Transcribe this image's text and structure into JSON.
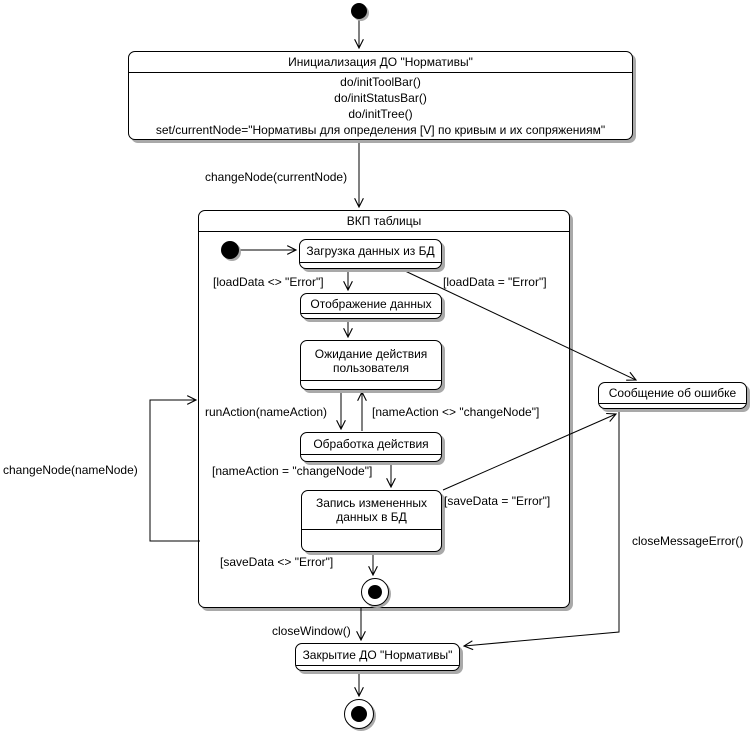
{
  "colors": {
    "line": "#000000",
    "fill": "#ffffff",
    "shadow": "#a9a9a9"
  },
  "states": {
    "init": {
      "name": "Инициализация ДО \"Нормативы\"",
      "actions": [
        "do/initToolBar()",
        "do/initStatusBar()",
        "do/initTree()",
        "set/currentNode=\"Нормативы для определения [V] по кривым и их сопряжениям\""
      ]
    },
    "vkp": {
      "name": "ВКП таблицы"
    },
    "load": {
      "name": "Загрузка данных из БД"
    },
    "display": {
      "name": "Отображение данных"
    },
    "wait": {
      "name": "Ожидание действия пользователя"
    },
    "process": {
      "name": "Обработка действия"
    },
    "save": {
      "name": "Запись измененных данных в БД"
    },
    "error": {
      "name": "Сообщение об ошибке"
    },
    "close": {
      "name": "Закрытие ДО \"Нормативы\""
    }
  },
  "transitions": {
    "changeNodeCurrent": "changeNode(currentNode)",
    "loadOk": "[loadData <> \"Error\"]",
    "loadError": "[loadData = \"Error\"]",
    "runAction": "runAction(nameAction)",
    "nameActionNotChange": "[nameAction <> \"changeNode\"]",
    "nameActionChange": "[nameAction = \"changeNode\"]",
    "saveError": "[saveData = \"Error\"]",
    "saveOk": "[saveData <> \"Error\"]",
    "changeNodeName": "changeNode(nameNode)",
    "closeWindow": "closeWindow()",
    "closeMessageError": "closeMessageError()"
  }
}
